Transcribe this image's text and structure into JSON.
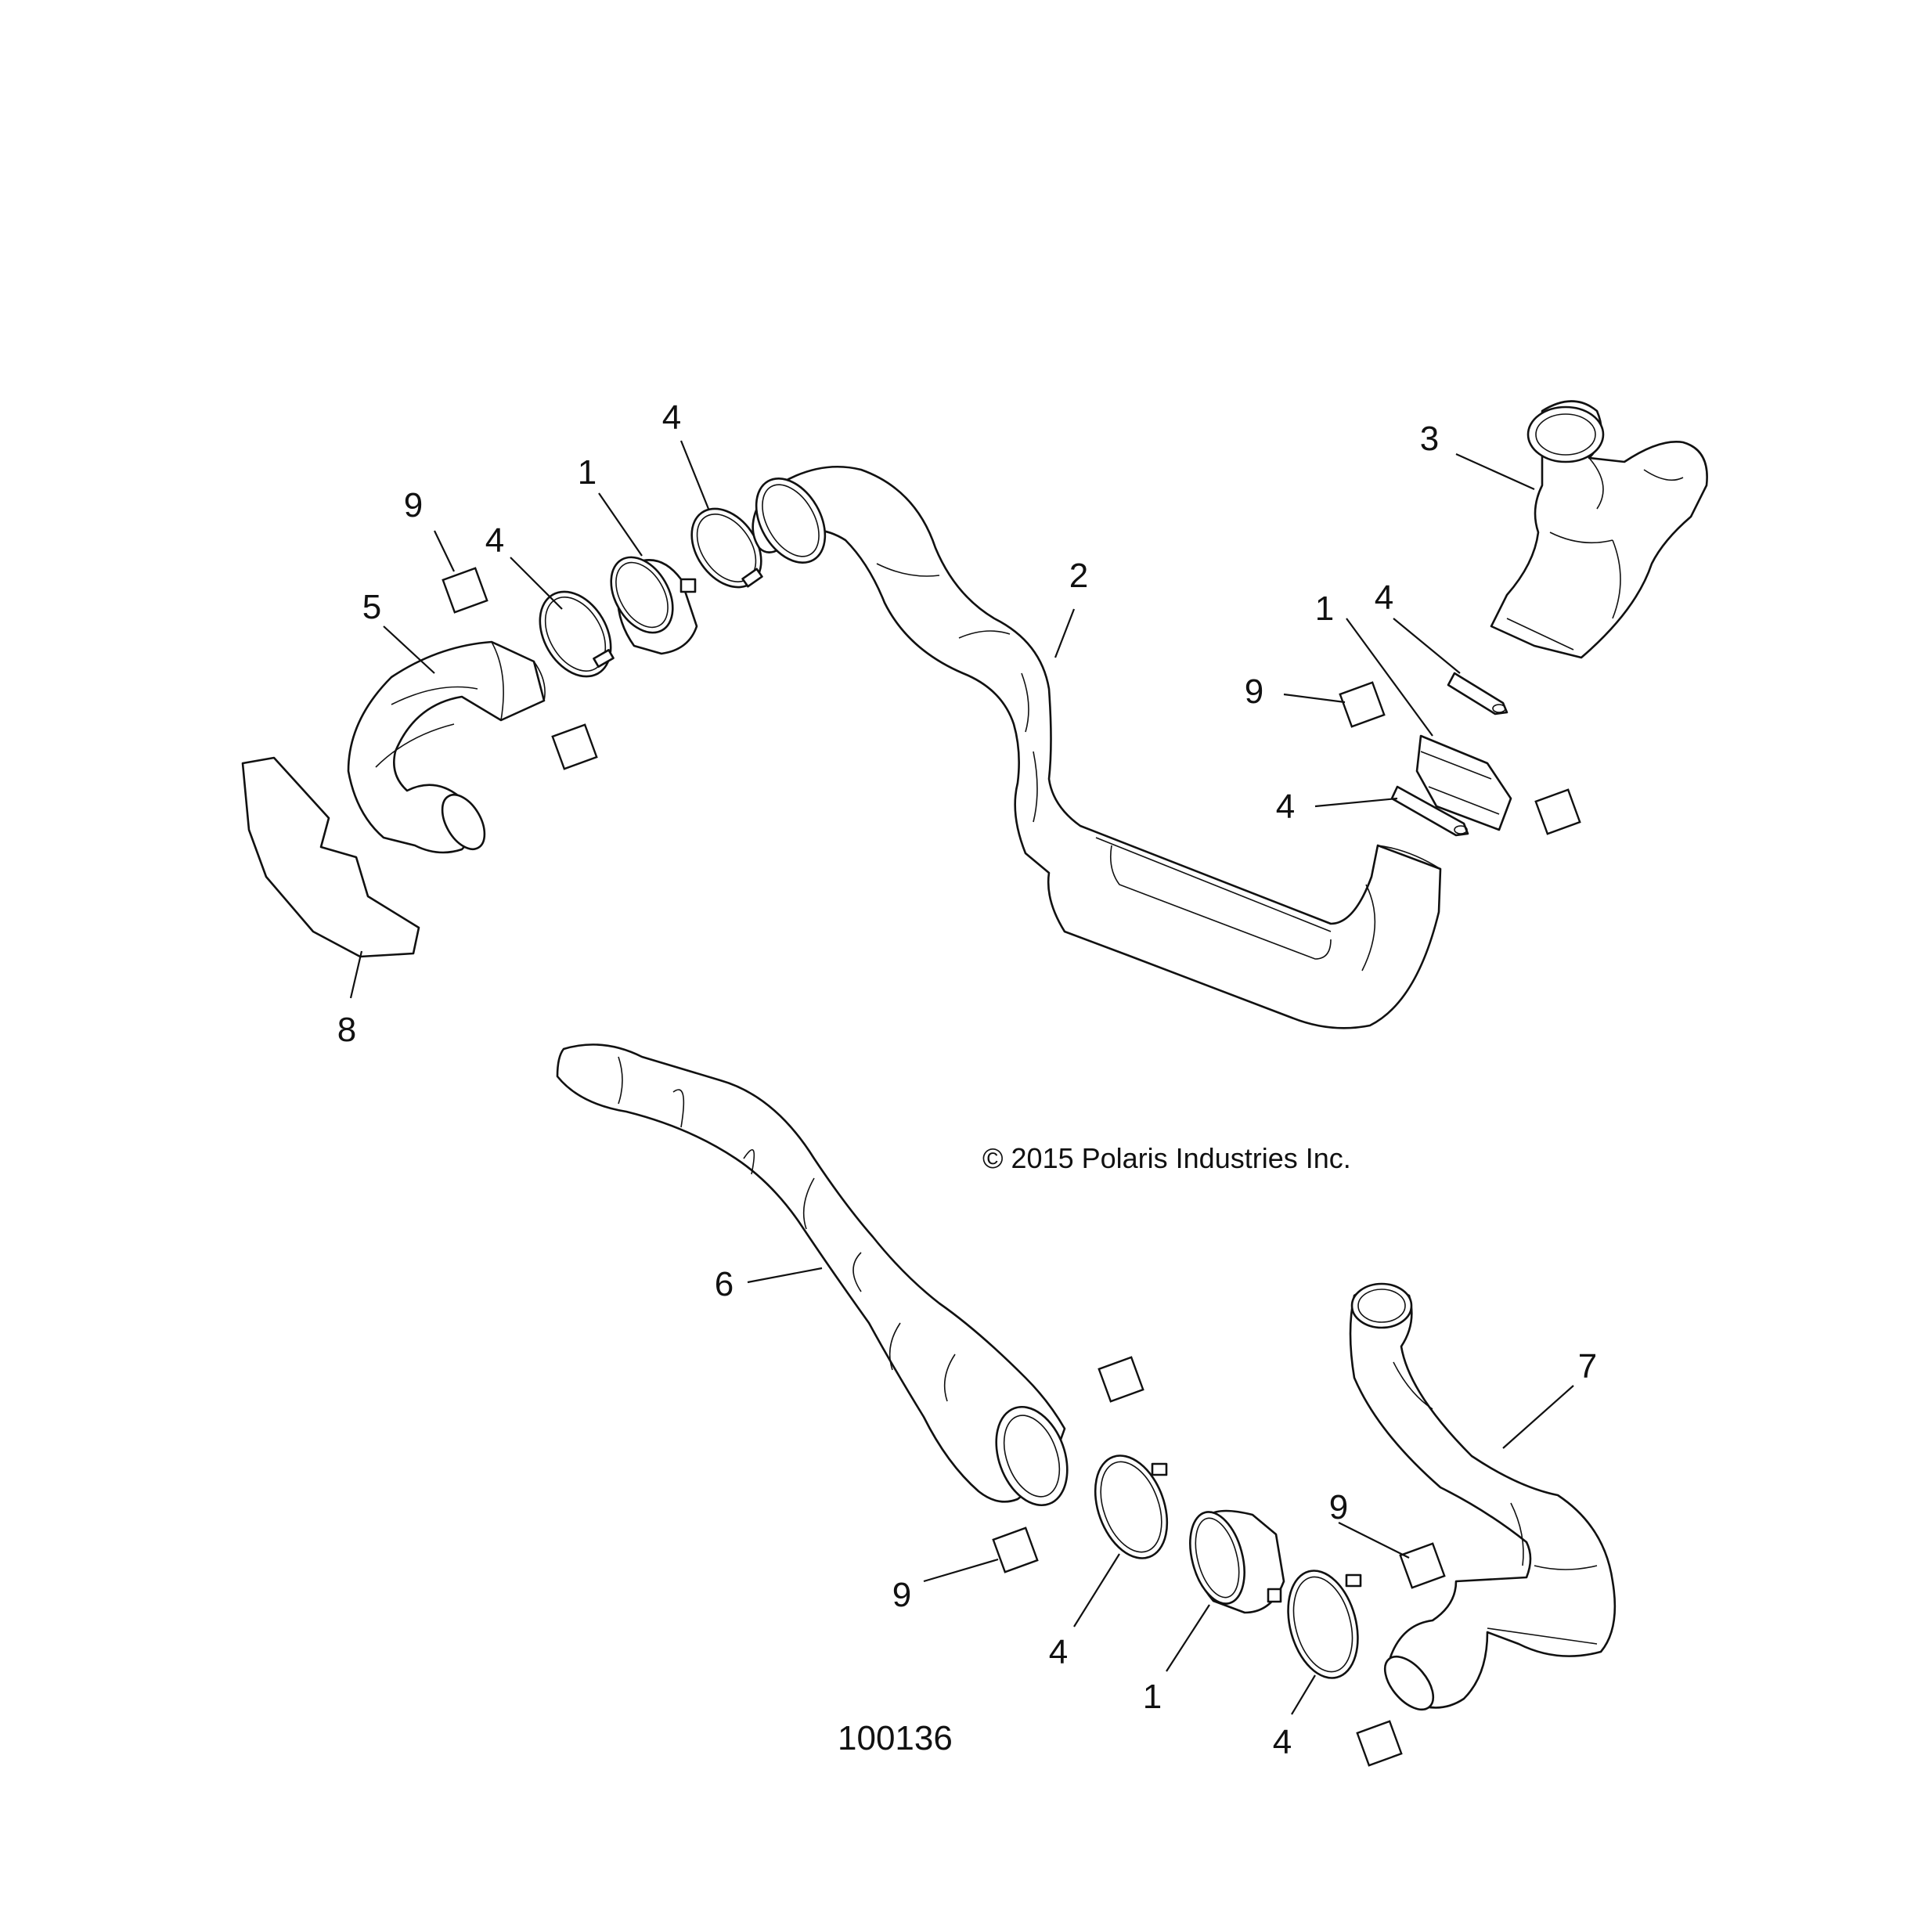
{
  "callouts": {
    "c9_top": "9",
    "c4_a": "4",
    "c1_a": "1",
    "c4_b": "4",
    "c5": "5",
    "c2": "2",
    "c3": "3",
    "c1_b": "1",
    "c4_c": "4",
    "c9_mid": "9",
    "c4_d": "4",
    "c8": "8",
    "c6": "6",
    "c7": "7",
    "c9_r": "9",
    "c9_bl": "9",
    "c4_e": "4",
    "c1_c": "1",
    "c4_f": "4"
  },
  "copyright": "© 2015 Polaris Industries Inc.",
  "diagram_id": "100136"
}
